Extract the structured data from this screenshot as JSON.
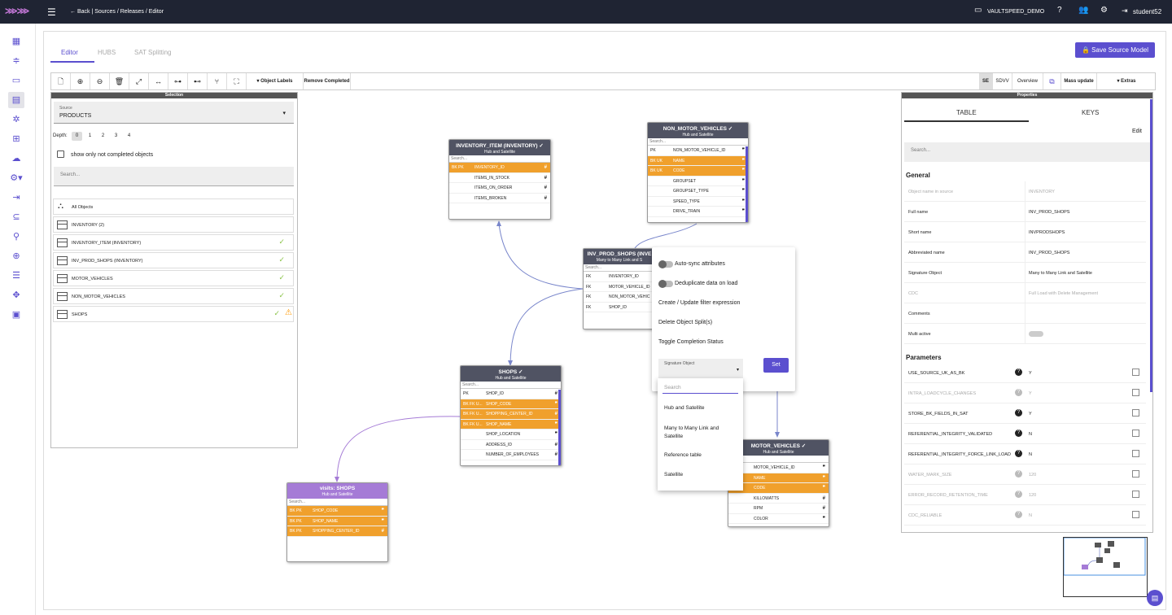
{
  "topbar": {
    "breadcrumb": "← Back | Sources / Releases / Editor",
    "project": "VAULTSPEED_DEMO",
    "user": "student52"
  },
  "tabs": [
    "Editor",
    "HUBS",
    "SAT Splitting"
  ],
  "save_label": "Save Source Model",
  "toolbar": {
    "object_labels": "▾ Object Labels",
    "remove_completed": "Remove Completed",
    "se": "SE",
    "sdvv": "SDVV",
    "overview": "Overview",
    "mass_update": "Mass update",
    "extras": "▾ Extras"
  },
  "selection": {
    "title": "Selection",
    "source_label": "Source",
    "source_value": "PRODUCTS",
    "depth_label": "Depth:",
    "depths": [
      "0",
      "1",
      "2",
      "3",
      "4"
    ],
    "show_only": "show only not completed objects",
    "search": "Search...",
    "items": [
      {
        "label": "All Objects"
      },
      {
        "label": "INVENTORY (2)"
      },
      {
        "label": "INVENTORY_ITEM (INVENTORY)"
      },
      {
        "label": "INV_PROD_SHOPS (INVENTORY)"
      },
      {
        "label": "MOTOR_VEHICLES"
      },
      {
        "label": "NON_MOTOR_VEHICLES"
      },
      {
        "label": "SHOPS"
      }
    ]
  },
  "entities": {
    "inventory_item": {
      "name": "INVENTORY_ITEM (INVENTORY) ✓",
      "sub": "Hub and Satellite",
      "search": "Search...",
      "rows": [
        [
          "BK PK",
          "INVENTORY_ID",
          "#"
        ],
        [
          "",
          "ITEMS_IN_STOCK",
          "#"
        ],
        [
          "",
          "ITEMS_ON_ORDER",
          "#"
        ],
        [
          "",
          "ITEMS_BROKEN",
          "#"
        ]
      ]
    },
    "non_motor": {
      "name": "NON_MOTOR_VEHICLES ✓",
      "sub": "Hub and Satellite",
      "search": "Search...",
      "rows": [
        [
          "PK",
          "NON_MOTOR_VEHICLE_ID",
          "❞"
        ],
        [
          "BK UK",
          "NAME",
          "❞"
        ],
        [
          "BK UK",
          "CODE",
          "❞"
        ],
        [
          "",
          "GROUPSET",
          "❞"
        ],
        [
          "",
          "GROUPSET_TYPE",
          "❞"
        ],
        [
          "",
          "SPEED_TYPE",
          "❞"
        ],
        [
          "",
          "DRIVE_TRAIN",
          "❞"
        ]
      ]
    },
    "inv_prod": {
      "name": "INV_PROD_SHOPS (INVE",
      "sub": "Many to Many Link and S",
      "search": "Search...",
      "rows": [
        [
          "FK",
          "INVENTORY_ID",
          ""
        ],
        [
          "FK",
          "MOTOR_VEHICLE_ID",
          ""
        ],
        [
          "FK",
          "NON_MOTOR_VEHIC",
          ""
        ],
        [
          "FK",
          "SHOP_ID",
          ""
        ]
      ]
    },
    "shops": {
      "name": "SHOPS ✓",
      "sub": "Hub and Satellite",
      "search": "Search...",
      "rows": [
        [
          "PK",
          "SHOP_ID",
          "#"
        ],
        [
          "BK FK U...",
          "SHOP_CODE",
          "❞"
        ],
        [
          "BK FK U...",
          "SHOPPING_CENTER_ID",
          "#"
        ],
        [
          "BK FK U...",
          "SHOP_NAME",
          "❞"
        ],
        [
          "",
          "SHOP_LOCATION",
          "❞"
        ],
        [
          "",
          "ADDRESS_ID",
          "#"
        ],
        [
          "",
          "NUMBER_OF_EMPLOYEES",
          "#"
        ]
      ]
    },
    "visits": {
      "name": "visits: SHOPS",
      "sub": "Hub and Satellite",
      "search": "Search...",
      "rows": [
        [
          "BK PK",
          "SHOP_CODE",
          "❞"
        ],
        [
          "BK PK",
          "SHOP_NAME",
          "❞"
        ],
        [
          "BK PK",
          "SHOPPING_CENTER_ID",
          "#"
        ]
      ]
    },
    "motor": {
      "name": "MOTOR_VEHICLES ✓",
      "sub": "Hub and Satellite",
      "rows": [
        [
          "",
          "MOTOR_VEHICLE_ID",
          "❞"
        ],
        [
          "",
          "NAME",
          "❞"
        ],
        [
          "BK UK",
          "CODE",
          "❞"
        ],
        [
          "",
          "KILLOWATTS",
          "#"
        ],
        [
          "",
          "RPM",
          "#"
        ],
        [
          "",
          "COLOR",
          "❞"
        ]
      ]
    }
  },
  "context_menu": {
    "auto_sync": "Auto-sync attributes",
    "dedup": "Deduplicate data on load",
    "filter": "Create / Update filter expression",
    "delete_split": "Delete Object Split(s)",
    "toggle": "Toggle Completion Status",
    "sig_label": "Signature Object",
    "set": "Set"
  },
  "dropdown": {
    "search": "Search",
    "options": [
      "Hub and Satellite",
      "Many to Many Link and Satellite",
      "Reference table",
      "Satellite"
    ]
  },
  "properties": {
    "title": "Properties",
    "tab_table": "TABLE",
    "tab_keys": "KEYS",
    "edit": "Edit",
    "search": "Search...",
    "general": "General",
    "parameters": "Parameters",
    "general_rows": [
      [
        "Object name in source",
        "INVENTORY"
      ],
      [
        "Full name",
        "INV_PROD_SHOPS"
      ],
      [
        "Short name",
        "INVPRODSHOPS"
      ],
      [
        "Abbreviated name",
        "INV_PROD_SHOPS"
      ],
      [
        "Signature Object",
        "Many to Many Link and Satellite"
      ],
      [
        "CDC",
        "Full Load with Delete Management"
      ],
      [
        "Comments",
        ""
      ],
      [
        "Multi active",
        ""
      ]
    ],
    "param_rows": [
      [
        "USE_SOURCE_UK_AS_BK",
        "Y"
      ],
      [
        "INTRA_LOADCYCLE_CHANGES",
        "Y"
      ],
      [
        "STORE_BK_FIELDS_IN_SAT",
        "Y"
      ],
      [
        "REFERENTIAL_INTEGRITY_VALIDATED",
        "N"
      ],
      [
        "REFERENTIAL_INTEGRITY_FORCE_LINK_LOAD",
        "N"
      ],
      [
        "WATER_MARK_SIZE",
        "120"
      ],
      [
        "ERROR_RECORD_RETENTION_TIME",
        "120"
      ],
      [
        "CDC_RELIABLE",
        "N"
      ]
    ]
  }
}
